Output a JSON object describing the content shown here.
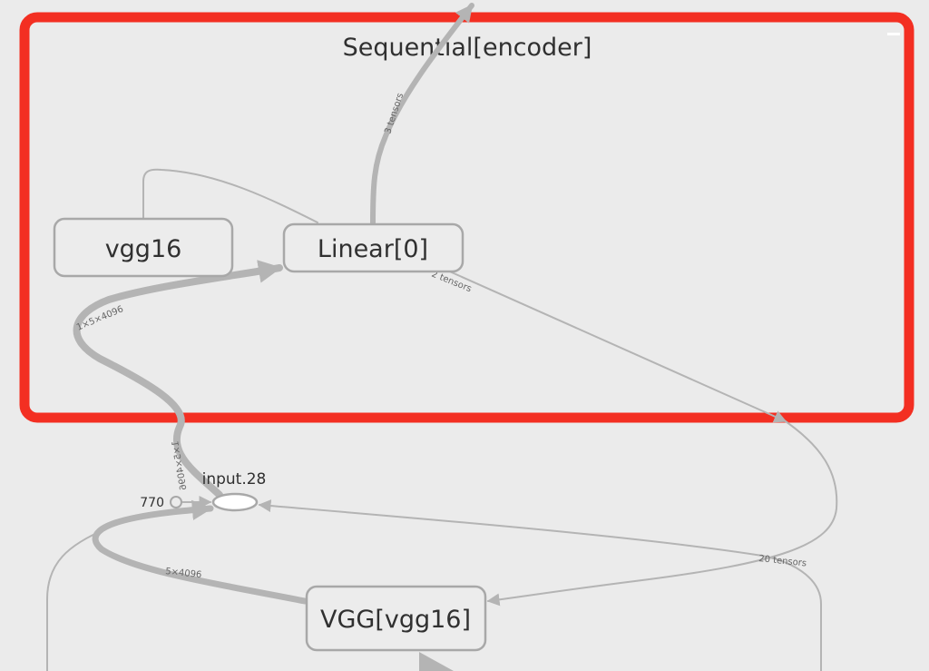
{
  "group": {
    "title": "Sequential[encoder]",
    "highlight_color": "#f32f22"
  },
  "nodes": {
    "vgg16": "vgg16",
    "linear0": "Linear[0]",
    "vgg_vgg16": "VGG[vgg16]",
    "input28": "input.28",
    "const770": "770"
  },
  "edge_labels": {
    "top_out": "3 tensors",
    "linear_in": "1×5×4096",
    "linear_out": "2 tensors",
    "input_out": "1×5×4096",
    "vgg_to_input": "5×4096",
    "twenty_tensors": "20 tensors"
  },
  "colors": {
    "background": "#ebebeb",
    "node_fill": "#ececec",
    "node_stroke": "#a8a8a8",
    "edge": "#b4b4b4"
  }
}
